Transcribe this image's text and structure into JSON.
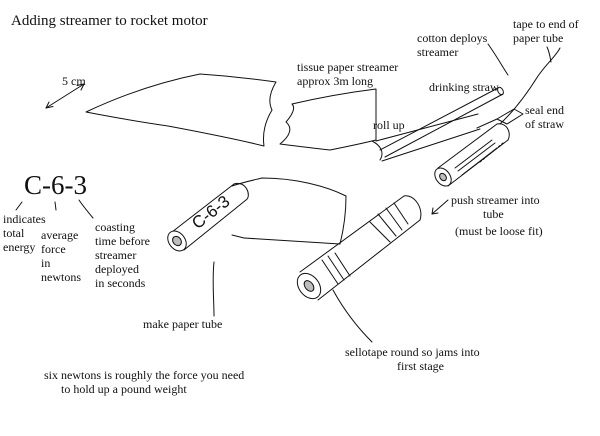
{
  "title": "Adding streamer to rocket motor",
  "scale": "5 cm",
  "motor_code": "C-6-3",
  "tube_print": "C-6-3",
  "code_parts": [
    [
      "indicates",
      "total",
      "energy"
    ],
    [
      "average",
      "force",
      "in",
      "newtons"
    ],
    [
      "coasting",
      "time before",
      "streamer",
      "deployed",
      "in seconds"
    ]
  ],
  "labels": {
    "streamer": [
      "tissue paper streamer",
      "approx 3m long"
    ],
    "cotton": [
      "cotton deploys",
      "streamer"
    ],
    "tape": [
      "tape to end of",
      "paper tube"
    ],
    "straw": "drinking straw",
    "seal": [
      "seal end",
      "of straw"
    ],
    "rollup": "roll up",
    "push": [
      "push streamer into",
      "tube",
      "(must be loose fit)"
    ],
    "make_tube": "make paper tube",
    "sellotape": [
      "sellotape round so jams into",
      "first stage"
    ],
    "note": [
      "six newtons is roughly the force you need",
      "to hold up a pound weight"
    ]
  },
  "colors": {
    "ink": "#111111",
    "background": "#ffffff",
    "shade": "#bdbdbd"
  }
}
